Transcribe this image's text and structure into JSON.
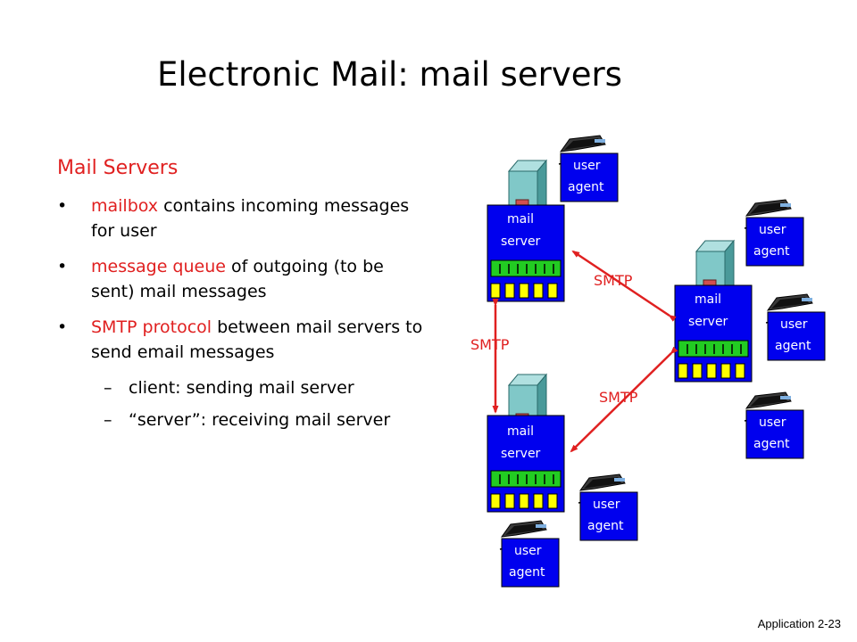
{
  "slide": {
    "title": "Electronic Mail: mail servers",
    "footer": "Application 2-23"
  },
  "content": {
    "heading": "Mail Servers",
    "bullets": [
      {
        "highlight": "mailbox",
        "text": " contains incoming messages for user"
      },
      {
        "highlight": "message queue",
        "text": " of outgoing (to be sent) mail messages"
      },
      {
        "highlight": "SMTP protocol",
        "text": " between mail servers to send email messages"
      }
    ],
    "sub_bullets": [
      "client: sending mail server",
      "“server”: receiving mail server"
    ]
  },
  "diagram": {
    "mail_server_label_1": "mail",
    "mail_server_label_2": "server",
    "user_agent_label_1": "user",
    "user_agent_label_2": "agent",
    "protocol_label": "SMTP",
    "colors": {
      "server_box": "#0000ee",
      "queue_green": "#22cc22",
      "queue_slot": "#ffff00",
      "arrow": "#e02020",
      "tower": "#80c8c8"
    }
  }
}
